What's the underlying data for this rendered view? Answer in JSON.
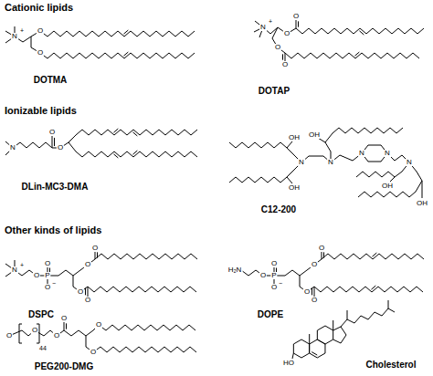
{
  "diagram": {
    "labels": [
      "Cationic lipids",
      "DOTMA",
      "DOTAP",
      "Ionizable lipids",
      "DLin-MC3-DMA",
      "C12-200",
      "Other kinds of lipids",
      "DSPC",
      "DOPE",
      "PEG200-DMG",
      "Cholesterol",
      "N",
      "+",
      "O",
      "O",
      "N",
      "+",
      "O",
      "O",
      "O",
      "O",
      "N",
      "O",
      "O",
      "N",
      "N",
      "N",
      "N",
      "N",
      "OH",
      "OH",
      "OH",
      "OH",
      "OH",
      "N",
      "+",
      "O",
      "P",
      "O",
      "O",
      "−",
      "O",
      "O",
      "O",
      "O",
      "H₂N",
      "O",
      "P",
      "O",
      "O",
      "−",
      "O",
      "O",
      "O",
      "O",
      "O",
      "O",
      "44",
      "O",
      "O",
      "O",
      "O",
      "HO"
    ]
  }
}
